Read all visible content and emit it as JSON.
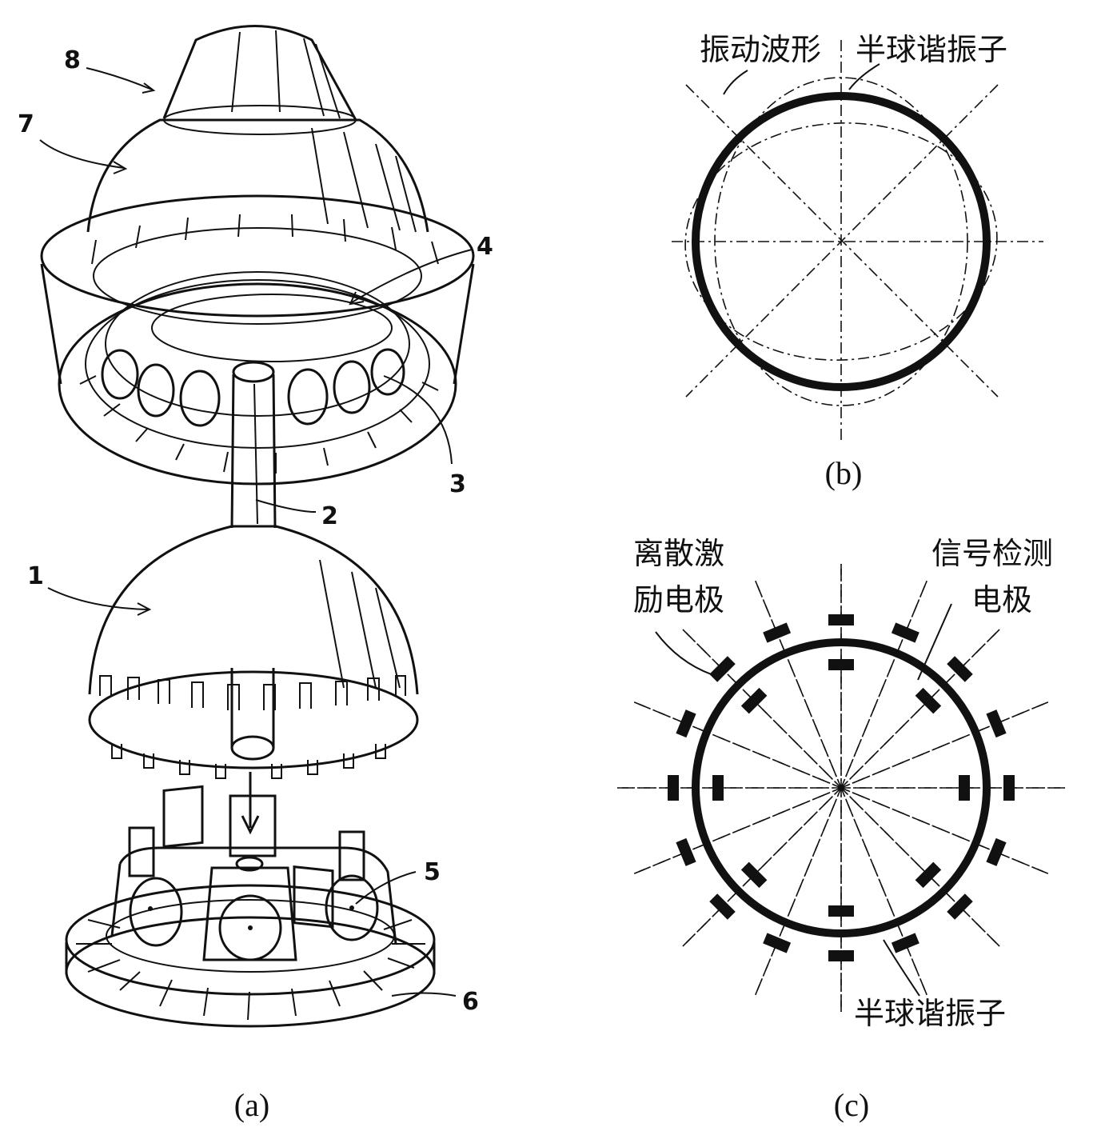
{
  "panel_a": {
    "caption": "(a)",
    "part_labels": [
      "1",
      "2",
      "3",
      "4",
      "5",
      "6",
      "7",
      "8"
    ]
  },
  "panel_b": {
    "caption": "(b)",
    "label_waveform": "振动波形",
    "label_resonator": "半球谐振子"
  },
  "panel_c": {
    "caption": "(c)",
    "label_excitation_line1": "离散激",
    "label_excitation_line2": "励电极",
    "label_detection_line1": "信号检测",
    "label_detection_line2": "电极",
    "label_resonator": "半球谐振子"
  }
}
